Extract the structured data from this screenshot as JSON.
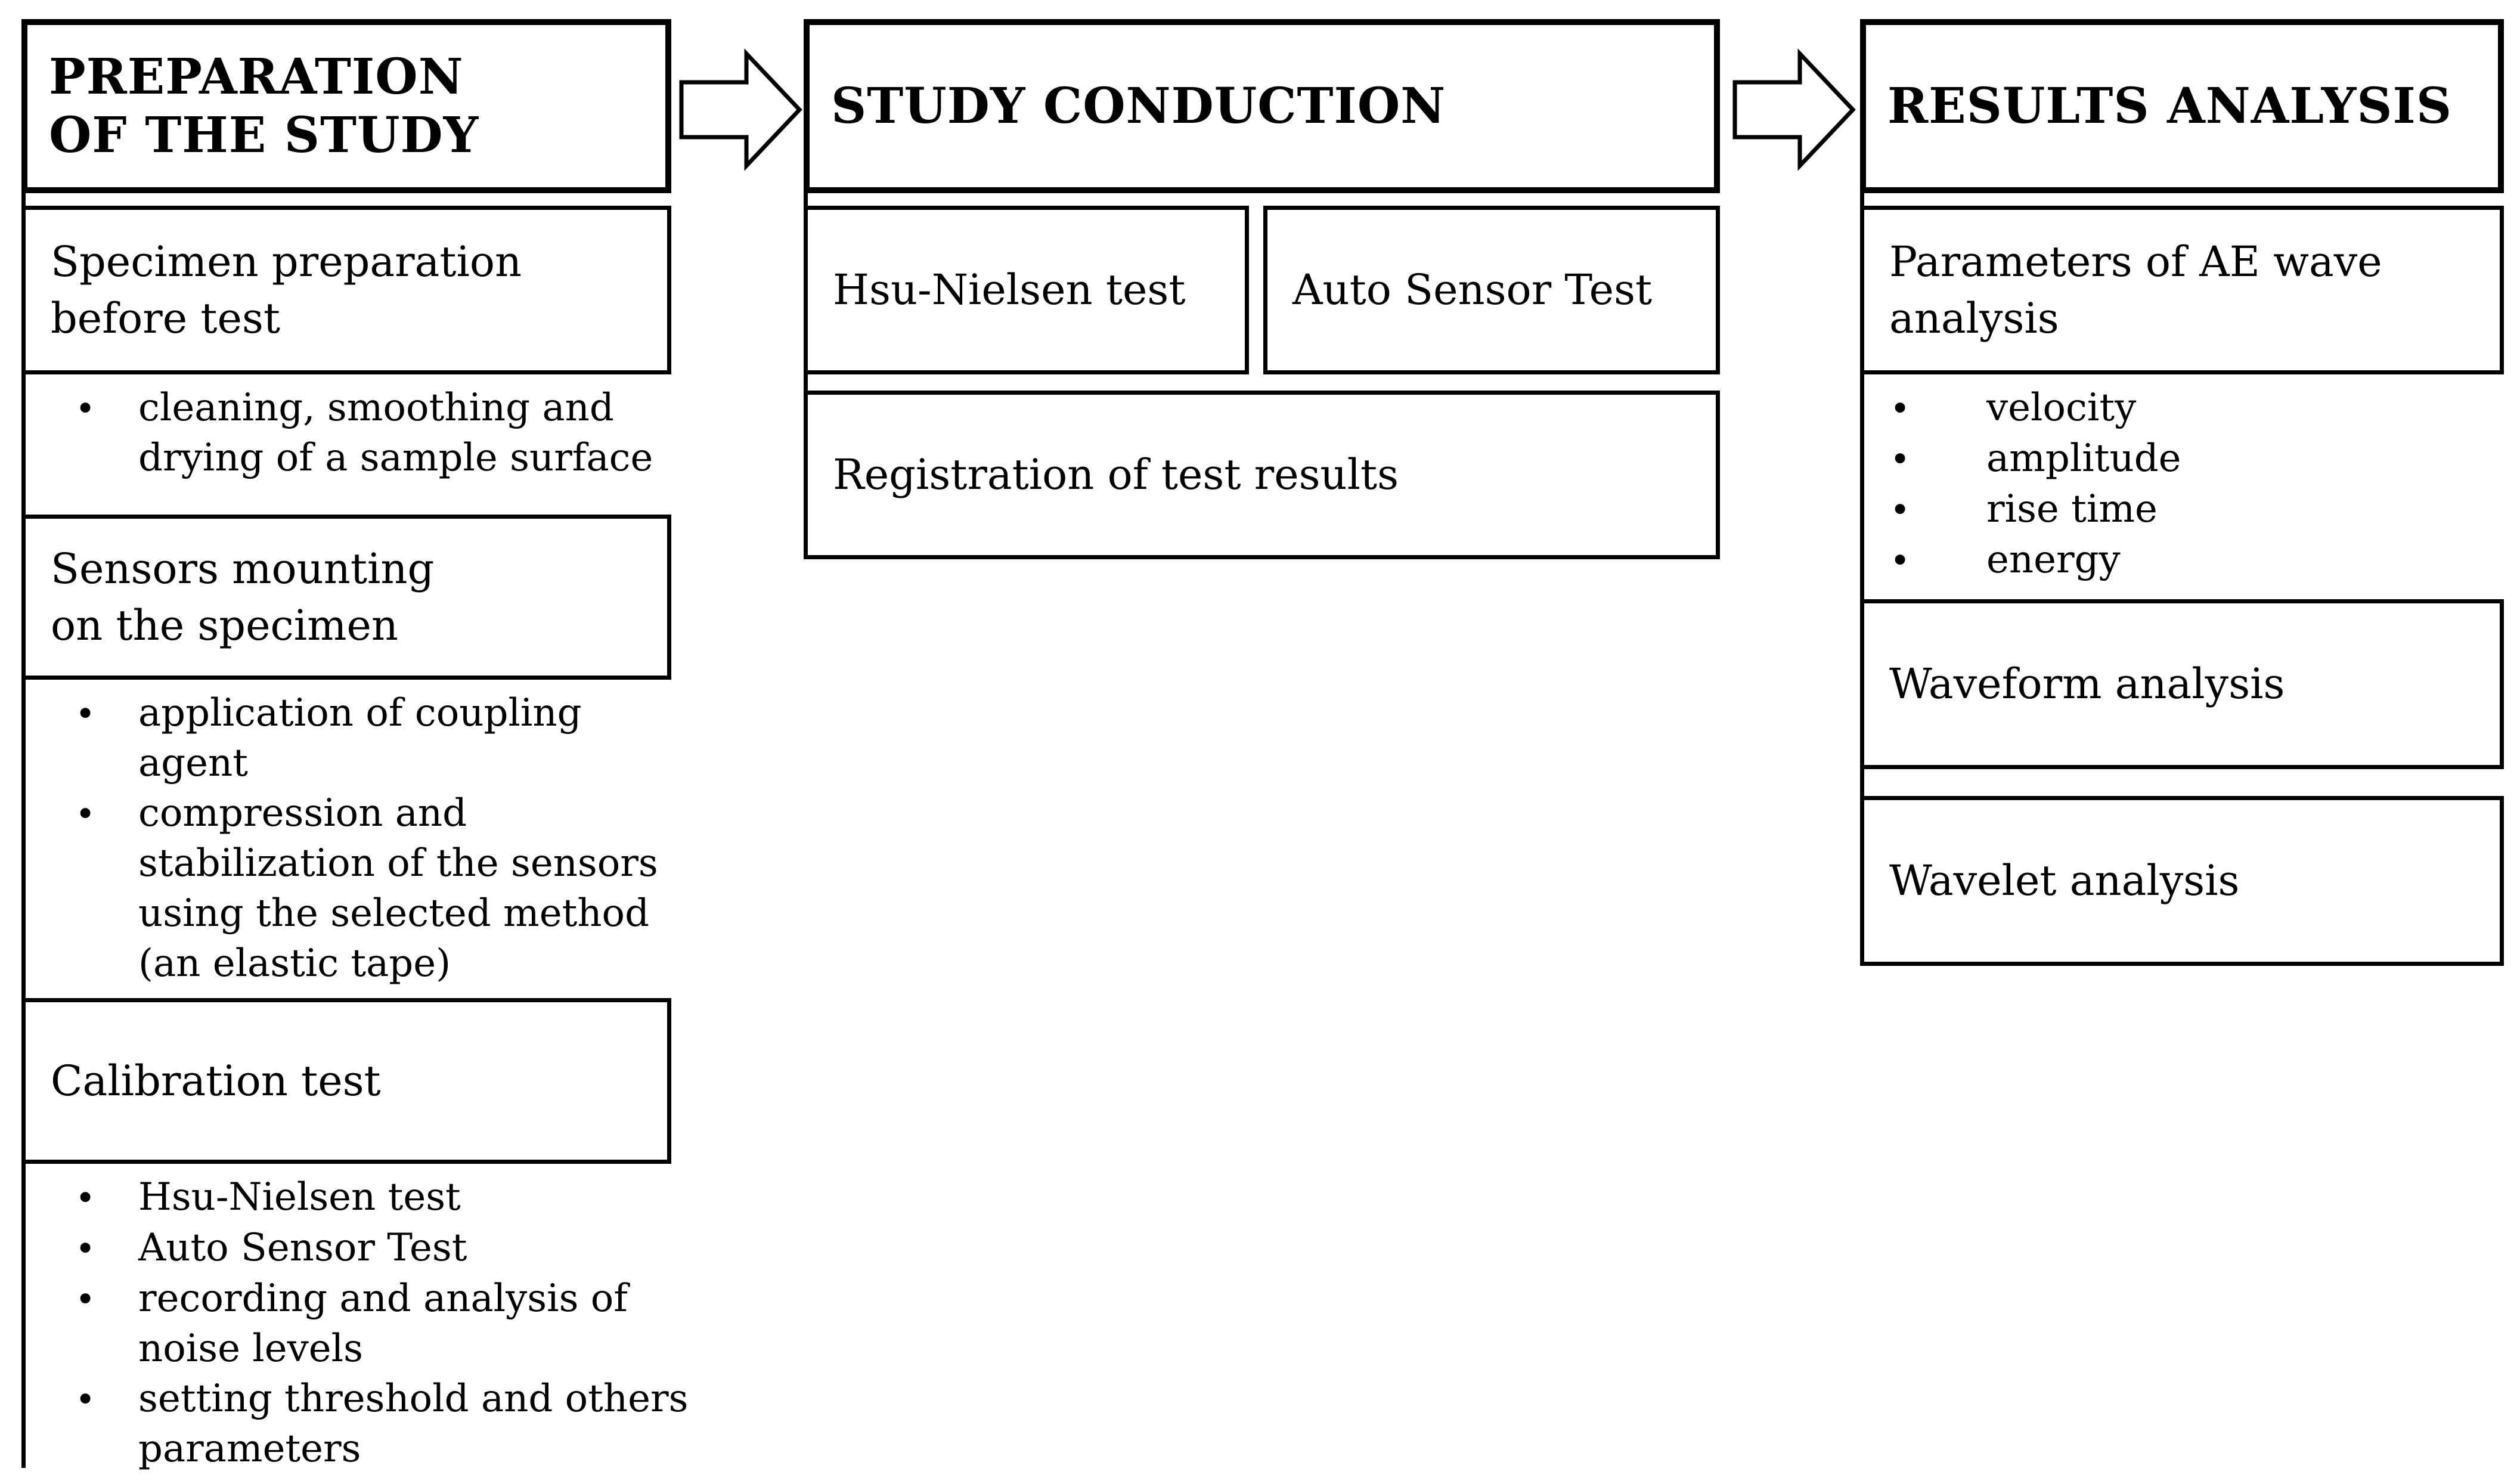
{
  "colors": {
    "background": "#ffffff",
    "border": "#000000",
    "text": "#000000",
    "arrow_fill": "#ffffff"
  },
  "columns": [
    {
      "name": "preparation",
      "header": {
        "lines": [
          "PREPARATION",
          "OF THE STUDY"
        ]
      },
      "boxes": [
        {
          "label_lines": [
            "Specimen preparation",
            "before test"
          ]
        },
        {
          "label_lines": [
            "Sensors mounting",
            "on the specimen"
          ]
        },
        {
          "label_lines": [
            "Calibration test"
          ]
        }
      ],
      "bullet_groups": [
        {
          "items": [
            {
              "lines": [
                "cleaning, smoothing and",
                "drying of a sample surface"
              ]
            }
          ]
        },
        {
          "items": [
            {
              "lines": [
                "application of coupling",
                "agent"
              ]
            },
            {
              "lines": [
                "compression and",
                "stabilization of the sensors",
                "using the selected method",
                "(an elastic tape)"
              ]
            }
          ]
        },
        {
          "items": [
            {
              "lines": [
                "Hsu-Nielsen test"
              ]
            },
            {
              "lines": [
                "Auto Sensor Test"
              ]
            },
            {
              "lines": [
                "recording and analysis of",
                "noise levels"
              ]
            },
            {
              "lines": [
                "setting threshold and others",
                "parameters"
              ]
            }
          ]
        }
      ]
    },
    {
      "name": "conduction",
      "header": {
        "lines": [
          "STUDY CONDUCTION"
        ]
      },
      "boxes": [
        {
          "label_lines": [
            "Hsu-Nielsen test"
          ]
        },
        {
          "label_lines": [
            "Auto Sensor Test"
          ]
        },
        {
          "label_lines": [
            "Registration of test results"
          ]
        }
      ]
    },
    {
      "name": "results",
      "header": {
        "lines": [
          "RESULTS ANALYSIS"
        ]
      },
      "boxes": [
        {
          "label_lines": [
            "Parameters of AE wave",
            "analysis"
          ]
        },
        {
          "label_lines": [
            "Waveform analysis"
          ]
        },
        {
          "label_lines": [
            "Wavelet analysis"
          ]
        }
      ],
      "bullet_groups": [
        {
          "items": [
            {
              "lines": [
                "velocity"
              ]
            },
            {
              "lines": [
                "amplitude"
              ]
            },
            {
              "lines": [
                "rise time"
              ]
            },
            {
              "lines": [
                "energy"
              ]
            }
          ]
        }
      ]
    }
  ],
  "arrows": [
    {
      "name": "preparation-to-conduction"
    },
    {
      "name": "conduction-to-results"
    }
  ]
}
